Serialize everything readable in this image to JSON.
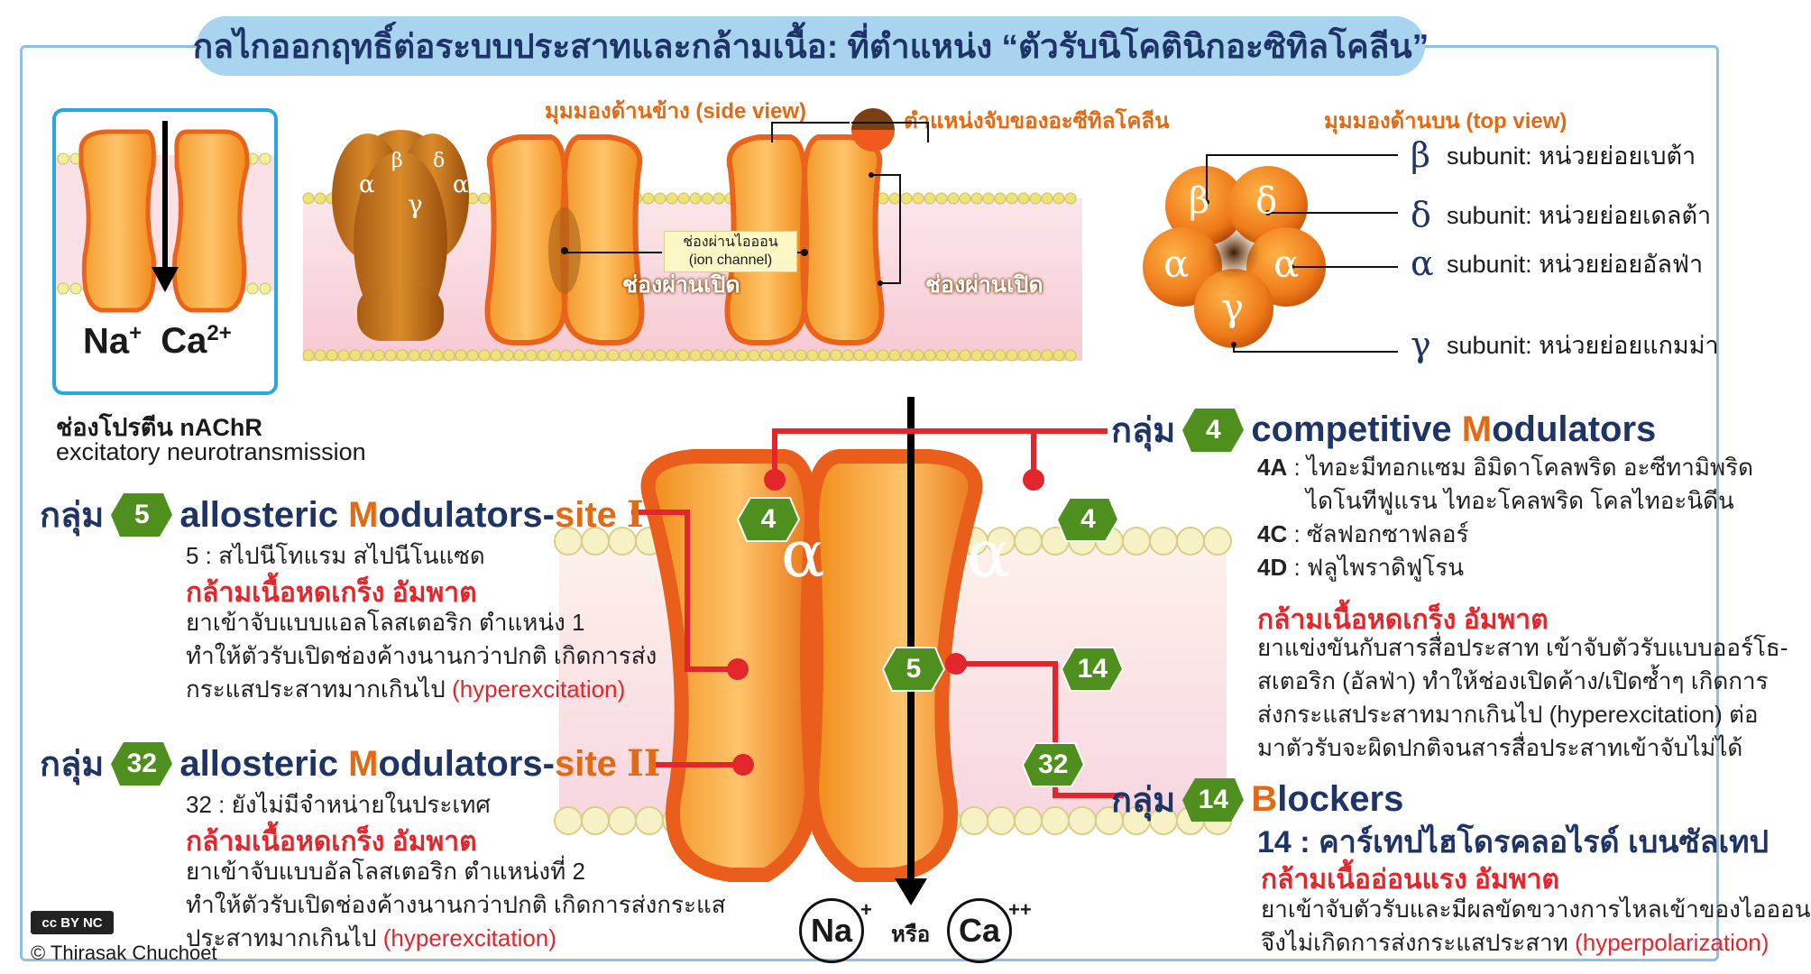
{
  "title": "กลไกออกฤทธิ์ต่อระบบประสาทและกล้ามเนื้อ: ที่ตำแหน่ง “ตัวรับนิโคตินิกอะซิทิลโคลีน”",
  "inset": {
    "ions_na": "Na",
    "ions_na_sup": "+",
    "ions_ca": "Ca",
    "ions_ca_sup": "2+",
    "caption_1": "ช่องโปรตีน nAChR",
    "caption_2": "excitatory neurotransmission"
  },
  "side_view": {
    "label": "มุมมองด้านข้าง (side view)",
    "subunits": [
      "α",
      "β",
      "δ",
      "γ",
      "α"
    ],
    "channel_open_1": "ช่องผ่านเปิด",
    "channel_open_2": "ช่องผ่านเปิด",
    "ion_channel_th": "ช่องผ่านไอออน",
    "ion_channel_en": "(ion channel)",
    "ach_site_label": "ตำแหน่งจับของอะซีทิลโคลีน",
    "alpha_left": "α",
    "alpha_right": "α"
  },
  "top_view": {
    "label": "มุมมองด้านบน (top view)",
    "legend": [
      {
        "greek": "β",
        "text": "subunit: หน่วยย่อยเบต้า"
      },
      {
        "greek": "δ",
        "text": "subunit: หน่วยย่อยเดลต้า"
      },
      {
        "greek": "α",
        "text": "subunit: หน่วยย่อยอัลฟ่า"
      },
      {
        "greek": "γ",
        "text": "subunit: หน่วยย่อยแกมม่า"
      }
    ],
    "subunits": {
      "beta": "β",
      "delta": "δ",
      "alpha_l": "α",
      "alpha_r": "α",
      "gamma": "γ"
    }
  },
  "groups": {
    "g4": {
      "prefix": "กลุ่ม",
      "number": "4",
      "name_a": "competitive ",
      "name_b": "M",
      "name_c": "odulators",
      "lines": [
        {
          "code": "4A",
          "text": ": ไทอะมีทอกแซม อิมิดาโคลพริด อะซีทามิพริด"
        },
        {
          "code": "",
          "text": "ไดโนทีฟูแรน ไทอะโคลพริด โคลไทอะนิดีน"
        },
        {
          "code": "4C",
          "text": ": ซัลฟอกซาฟลอร์"
        },
        {
          "code": "4D",
          "text": ": ฟลูไพราดิฟูโรน"
        }
      ],
      "effect": "กล้ามเนื้อหดเกร็ง อัมพาต",
      "desc": [
        "ยาแข่งขันกับสารสื่อประสาท เข้าจับตัวรับแบบออร์โธ-",
        "สเตอริก (อัลฟ่า) ทำให้ช่องเปิดค้าง/เปิดซ้ำๆ เกิดการ",
        "ส่งกระแสประสาทมากเกินไป (hyperexcitation) ต่อ",
        "มาตัวรับจะผิดปกติจนสารสื่อประสาทเข้าจับไม่ได้"
      ]
    },
    "g5": {
      "prefix": "กลุ่ม",
      "number": "5",
      "name_a": "allosteric ",
      "name_b": "M",
      "name_c": "odulators-",
      "site": "site ",
      "roman": "I",
      "line": "5 : สไปนีโทแรม สไปนีโนแซด",
      "effect": "กล้ามเนื้อหดเกร็ง อัมพาต",
      "desc": [
        "ยาเข้าจับแบบแอลโลสเตอริก ตำแหน่ง 1",
        "ทำให้ตัวรับเปิดช่องค้างนานกว่าปกติ เกิดการส่ง",
        "กระแสประสาทมากเกินไป "
      ],
      "desc_red": "(hyperexcitation)"
    },
    "g32": {
      "prefix": "กลุ่ม",
      "number": "32",
      "name_a": "allosteric ",
      "name_b": "M",
      "name_c": "odulators-",
      "site": "site ",
      "roman": "II",
      "line": "32 : ยังไม่มีจำหน่ายในประเทศ",
      "effect": "กล้ามเนื้อหดเกร็ง อัมพาต",
      "desc": [
        "ยาเข้าจับแบบอัลโลสเตอริก ตำแหน่งที่ 2",
        "ทำให้ตัวรับเปิดช่องค้างนานกว่าปกติ เกิดการส่งกระแส",
        "ประสาทมากเกินไป "
      ],
      "desc_red": "(hyperexcitation)"
    },
    "g14": {
      "prefix": "กลุ่ม",
      "number": "14",
      "name_b": "B",
      "name_c": "lockers",
      "line": "14 : คาร์เทปไฮโดรคลอไรด์ เบนซัลเทป",
      "effect": "กล้ามเนื้ออ่อนแรง อัมพาต",
      "desc": [
        "ยาเข้าจับตัวรับและมีผลขัดขวางการไหลเข้าของไอออน",
        "จึงไม่เกิดการส่งกระแสประสาท "
      ],
      "desc_red": "(hyperpolarization)"
    }
  },
  "main_receptor": {
    "alpha_left": "α",
    "alpha_right": "α",
    "badges": [
      "4",
      "4",
      "5",
      "14",
      "32"
    ],
    "ion_na": "Na",
    "ion_na_sup": "+",
    "or": "หรือ",
    "ion_ca": "Ca",
    "ion_ca_sup": "++"
  },
  "credit": {
    "license": "cc BY NC",
    "author": "© Thirasak Chuchoet"
  },
  "colors": {
    "title_bg": "#a8d4f0",
    "frame": "#8fbfe3",
    "orange": "#e36a12",
    "red": "#e2262c",
    "navy": "#1e3466",
    "hex_green": "#4f8f1e"
  }
}
